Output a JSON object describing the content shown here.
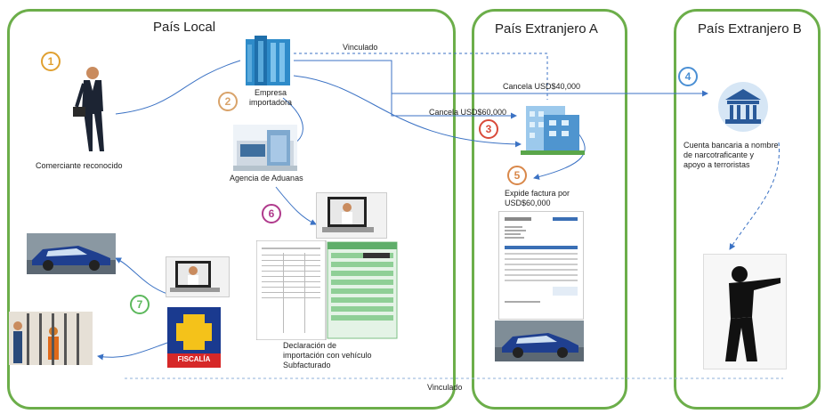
{
  "regions": {
    "local": "País Local",
    "foreign_a": "País Extranjero A",
    "foreign_b": "País Extranjero B"
  },
  "labels": {
    "vinculado_top": "Vinculado",
    "vinculado_bottom": "Vinculado",
    "cancela_40": "Cancela USD$40,000",
    "cancela_60": "Cancela USD$60,000",
    "merchant": "Comerciante reconocido",
    "importer": "Empresa\nimportadora",
    "customs": "Agencia de Aduanas",
    "invoice": "Expide factura por\nUSD$60,000",
    "bank": "Cuenta bancaria a nombre\nde narcotraficante y\napoyo a terroristas",
    "declaration": "Declaración de\nimportación con vehículo\nSubfacturado",
    "fiscalia": "FISCALÍA"
  },
  "steps": {
    "s1": "1",
    "s2": "2",
    "s3": "3",
    "s4": "4",
    "s5": "5",
    "s6": "6",
    "s7": "7"
  },
  "colors": {
    "region_border": "#6cae4a",
    "arrow": "#3b72c4",
    "step1": "#e0a030",
    "step2": "#d9a36a",
    "step3": "#d94a3a",
    "step4": "#4a8fd4",
    "step5": "#d9884a",
    "step6": "#b03a8c",
    "step7": "#5cb85c"
  },
  "icons": {
    "merchant": "businessman-icon",
    "importer": "office-building-icon",
    "customs": "customs-agency-building-icon",
    "foreign_company": "company-building-icon",
    "bank": "bank-icon",
    "criminal": "gunman-silhouette-icon",
    "car": "car-icon",
    "prison": "prison-icon",
    "fiscalia": "fiscalia-logo"
  }
}
